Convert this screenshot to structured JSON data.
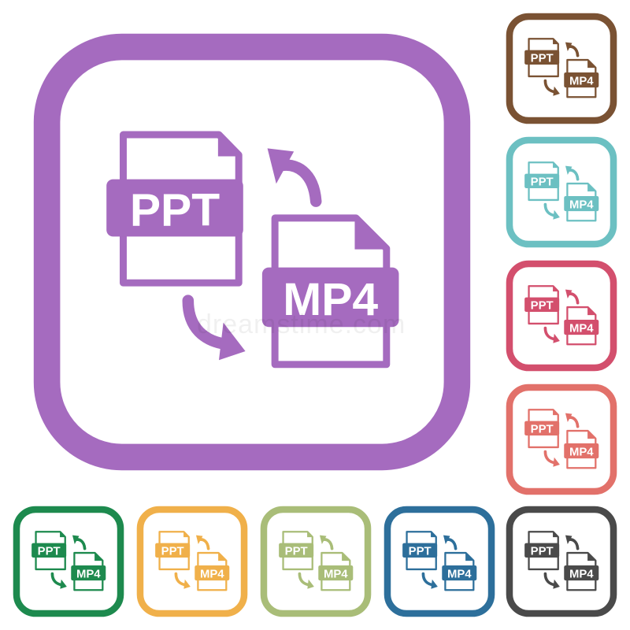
{
  "icon": {
    "left_label": "PPT",
    "right_label": "MP4"
  },
  "watermark": "dreamstime.com",
  "tiles": [
    {
      "id": "main",
      "color": "#a56bbf"
    },
    {
      "id": "brown",
      "color": "#7a5233"
    },
    {
      "id": "teal",
      "color": "#6cc0c2"
    },
    {
      "id": "pink",
      "color": "#d34f6d"
    },
    {
      "id": "salmon",
      "color": "#e2716a"
    },
    {
      "id": "green",
      "color": "#1d8a4e"
    },
    {
      "id": "orange",
      "color": "#f0b04a"
    },
    {
      "id": "olive",
      "color": "#a9bd78"
    },
    {
      "id": "blue",
      "color": "#2d6f9b"
    },
    {
      "id": "gray",
      "color": "#4a4a4a"
    }
  ]
}
